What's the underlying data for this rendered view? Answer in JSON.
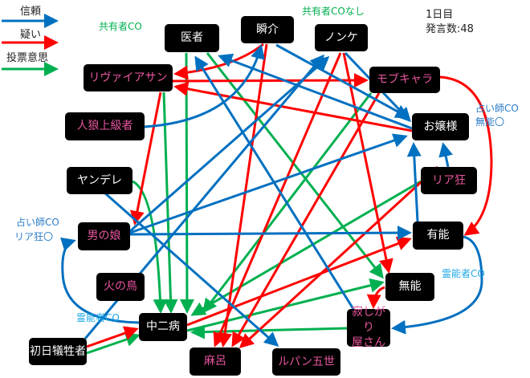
{
  "legend": {
    "items": [
      {
        "label": "信頼",
        "color": "#0070c0"
      },
      {
        "label": "疑い",
        "color": "#ff0000"
      },
      {
        "label": "投票意思",
        "color": "#00b050"
      }
    ]
  },
  "info": {
    "day": "1日目",
    "posts": "発言数:48"
  },
  "notes": {
    "sharer_co": "共有者CO",
    "sharer_none": "共有者COなし",
    "seer_right_1": "占い師CO",
    "seer_right_2": "無能〇",
    "seer_left_1": "占い師CO",
    "seer_left_2": "リア狂〇",
    "medium_right": "霊能者CO",
    "medium_left": "霊能者CO"
  },
  "nodes": {
    "isha": "医者",
    "shunsuke": "瞬介",
    "nonke": "ノンケ",
    "leviathan": "リヴァイアサン",
    "mobchara": "モブキャラ",
    "jinro": "人狼上級者",
    "ojousama": "お嬢様",
    "yandere": "ヤンデレ",
    "riakyou": "リア狂",
    "otokonoko": "男の娘",
    "yuunou": "有能",
    "hinotori": "火の鳥",
    "munou": "無能",
    "chuunibyou": "中二病",
    "sabishigari_1": "寂しがり",
    "sabishigari_2": "屋さん",
    "shonichi": "初日犠牲者",
    "maro": "麻呂",
    "lupin": "ルパン五世"
  },
  "colors": {
    "trust": "#0070c0",
    "doubt": "#ff0000",
    "vote": "#00b050",
    "pink_text": "#e9569e"
  }
}
